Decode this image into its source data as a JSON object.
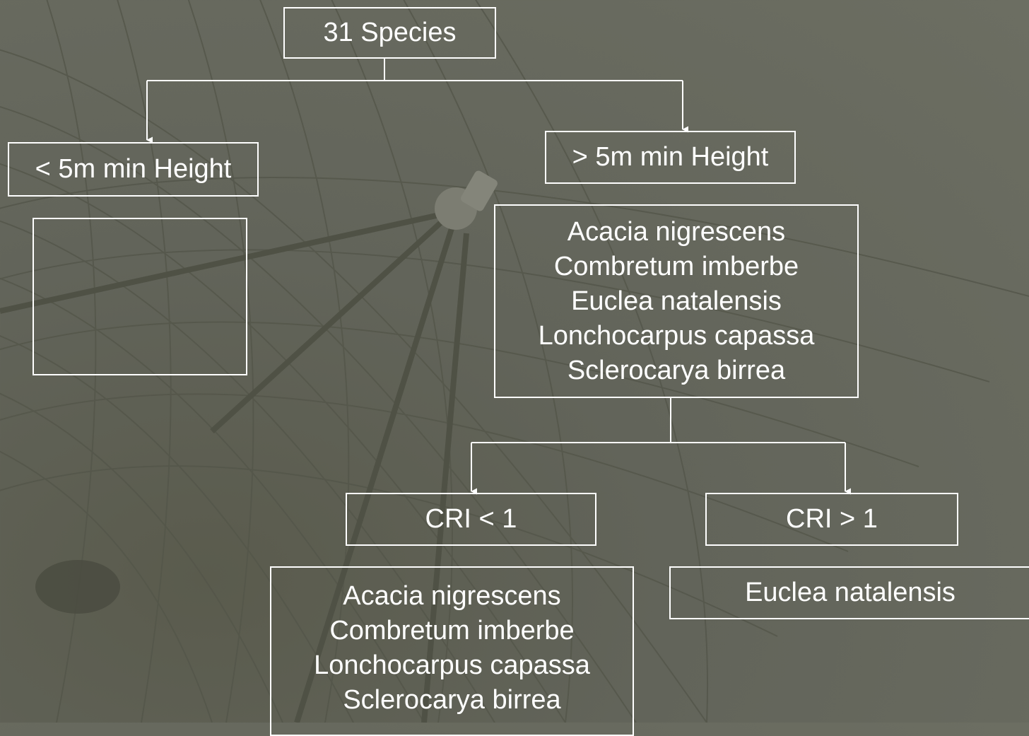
{
  "diagram": {
    "root": {
      "label": "31 Species"
    },
    "low_height": {
      "label": "< 5m min Height",
      "species": []
    },
    "high_height": {
      "label": "> 5m min Height",
      "species": [
        "Acacia nigrescens",
        "Combretum imberbe",
        "Euclea natalensis",
        "Lonchocarpus capassa",
        "Sclerocarya birrea"
      ]
    },
    "cri_low": {
      "label": "CRI < 1",
      "species": [
        "Acacia nigrescens",
        "Combretum imberbe",
        "Lonchocarpus capassa",
        "Sclerocarya birrea"
      ]
    },
    "cri_high": {
      "label": "CRI > 1",
      "species": [
        "Euclea natalensis"
      ]
    }
  },
  "colors": {
    "line": "#ffffff",
    "text": "#ffffff",
    "background": "#66685c",
    "grid": "#55574b"
  }
}
